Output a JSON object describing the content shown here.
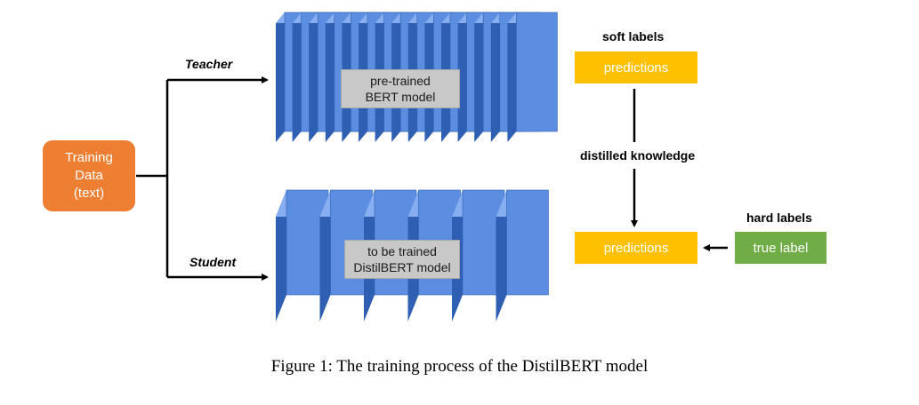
{
  "teacher_label": "Teacher",
  "student_label": "Student",
  "training_data": [
    "Training",
    "Data",
    "(text)"
  ],
  "bert_label": [
    "pre-trained",
    "BERT model"
  ],
  "distil_label": [
    "to be trained",
    "DistilBERT model"
  ],
  "soft_labels_title": "soft labels",
  "soft_predictions": "predictions",
  "distilled_knowledge": "distilled knowledge",
  "hard_labels_title": "hard labels",
  "hard_predictions": "predictions",
  "true_label": "true label",
  "caption": "Figure 1: The training process of the DistilBERT model",
  "colors": {
    "layer_front": "#5b8ee0",
    "layer_side": "#2f5fb3",
    "layer_top": "#86aef0",
    "training": "#ee7f32",
    "prediction": "#ffc000",
    "true_label": "#70ad47",
    "arrow": "#000000"
  },
  "layers": {
    "teacher_count": 15,
    "student_count": 6
  }
}
